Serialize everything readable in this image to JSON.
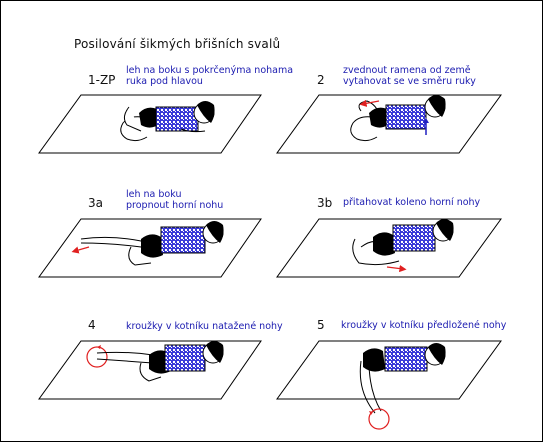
{
  "title": "Posilování šikmých břišních svalů",
  "exercises": [
    {
      "num": "1-ZP",
      "lines": [
        "leh na boku s pokrčenýma nohama",
        "ruka pod hlavou"
      ]
    },
    {
      "num": "2",
      "lines": [
        "zvednout ramena od země",
        "vytahovat se ve směru ruky"
      ]
    },
    {
      "num": "3a",
      "lines": [
        "leh na boku",
        "propnout horní nohu"
      ]
    },
    {
      "num": "3b",
      "lines": [
        "přitahovat koleno horní nohy",
        ""
      ]
    },
    {
      "num": "4",
      "lines": [
        "kroužky v kotníku natažené nohy",
        ""
      ]
    },
    {
      "num": "5",
      "lines": [
        "kroužky v kotníku předložené nohy",
        ""
      ]
    }
  ],
  "colors": {
    "text_blue": "#1b1bb0",
    "shirt": "#3a3ad8",
    "arrow": "#e02020",
    "line": "#000000"
  }
}
